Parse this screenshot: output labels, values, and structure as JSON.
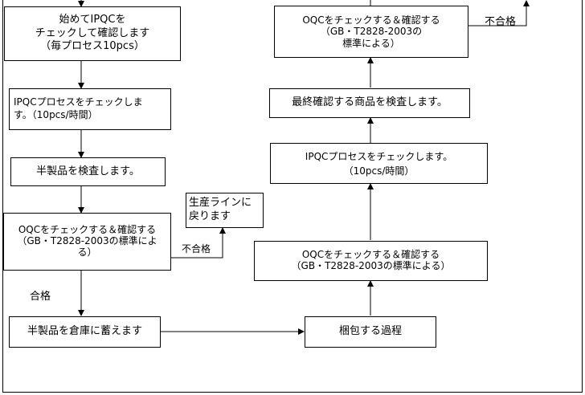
{
  "nodes": {
    "start": {
      "lines": [
        "始めてIPQCを",
        "チェックして確認します",
        "（毎プロセス10pcs）"
      ]
    },
    "ipqc_left": {
      "lines": [
        "IPQCプロセスをチェックしま",
        "す。（10pcs/時間）"
      ]
    },
    "semi_inspect": {
      "lines": [
        "半製品を検査します。"
      ]
    },
    "return_line": {
      "lines": [
        "生産ラインに",
        "戻ります"
      ]
    },
    "oqc_left": {
      "lines": [
        "OQCをチェックする＆確認する",
        "（GB・T2828-2003の標準によ",
        "る）"
      ]
    },
    "store": {
      "lines": [
        "半製品を倉庫に蓄えます"
      ]
    },
    "packing": {
      "lines": [
        "梱包する過程"
      ]
    },
    "oqc_right_low": {
      "lines": [
        "OQCをチェックする＆確認する",
        "（GB・T2828-2003の標準による）"
      ]
    },
    "ipqc_right": {
      "lines": [
        "IPQCプロセスをチェックします。",
        "（10pcs/時間）"
      ]
    },
    "final_check": {
      "lines": [
        "最終確認する商品を検査します。"
      ]
    },
    "oqc_top": {
      "lines": [
        "OQCをチェックする＆確認する",
        "（GB・T2828-2003の",
        "標準による）"
      ]
    }
  },
  "edge_labels": {
    "fail_left": "不合格",
    "pass_left": "合格",
    "fail_top": "不合格"
  }
}
